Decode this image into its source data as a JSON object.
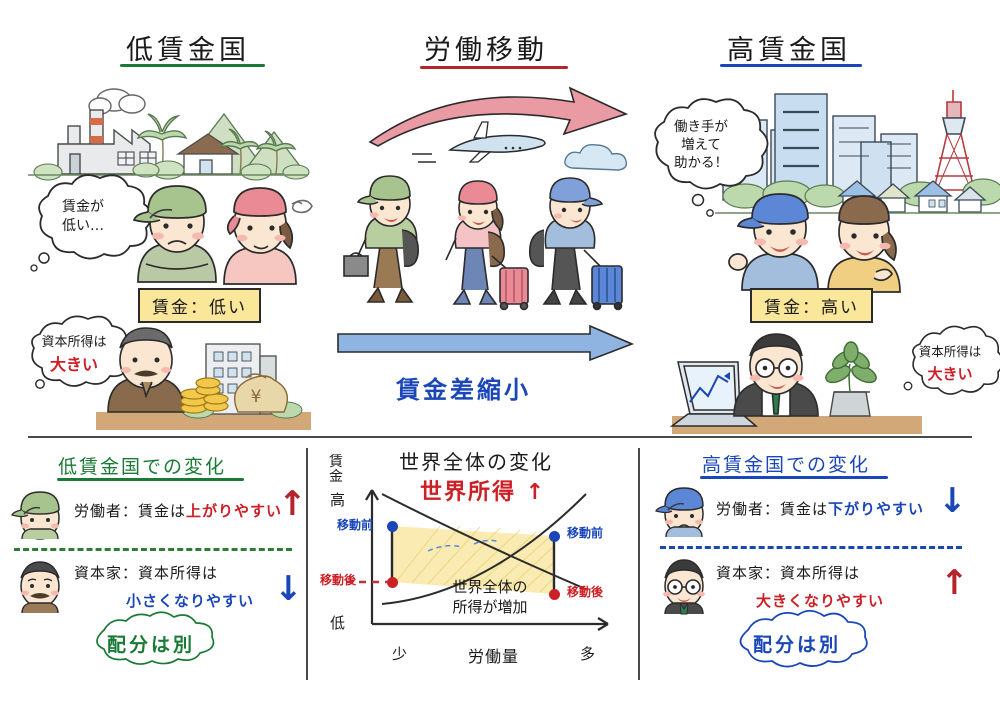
{
  "figure": {
    "kind": "hand-drawn infographic",
    "language": "ja"
  },
  "panels": {
    "left": {
      "title": "低賃金国",
      "title_underline_color": "#1a7a35",
      "thought_worker": "賃金が\n低い…",
      "wage_label": "賃金：低い",
      "thought_capitalist_line1": "資本所得は",
      "thought_capitalist_line2": "大きい",
      "thought_capitalist_accent_color": "#cc2026",
      "scene_icons": [
        "factory-icon",
        "smoke-icon",
        "palm-tree-icon",
        "mountain-icon",
        "house-icon",
        "coins-icon",
        "money-bag-icon",
        "building-icon"
      ]
    },
    "center": {
      "title": "労働移動",
      "title_underline_color": "#b5232b",
      "arrow_top_color": "#e08a92",
      "arrow_bottom_color": "#5b87d6",
      "arrow_bottom_caption": "賃金差縮小",
      "scene_icons": [
        "airplane-icon",
        "cloud-icon",
        "traveler-icon",
        "suitcase-icon",
        "backpack-icon"
      ]
    },
    "right": {
      "title": "高賃金国",
      "title_underline_color": "#1a46b8",
      "thought_worker": "働き手が\n増えて\n助かる！",
      "wage_label": "賃金：高い",
      "thought_capitalist_line1": "資本所得は",
      "thought_capitalist_line2": "大きい",
      "thought_capitalist_accent_color": "#cc2026",
      "scene_icons": [
        "skyscraper-icon",
        "tv-tower-icon",
        "house-icon",
        "laptop-icon",
        "plant-pot-icon",
        "tree-icon"
      ]
    }
  },
  "bottom_left": {
    "title": "低賃金国での変化",
    "title_underline_color": "#1a7a35",
    "rows": [
      {
        "avatar": "worker-green-cap-avatar",
        "prefix": "労働者：賃金は",
        "highlight": "上がりやすい",
        "highlight_color": "#cc2026",
        "arrow": "↑",
        "arrow_color": "#b5232b"
      },
      {
        "avatar": "capitalist-mustache-avatar",
        "prefix": "資本家：資本所得は",
        "highlight": "小さくなりやすい",
        "highlight_color": "#1a46b8",
        "arrow": "↓",
        "arrow_color": "#1a46b8"
      }
    ],
    "footer_cloud": "配分は別",
    "footer_cloud_color": "#1a7a35"
  },
  "bottom_right": {
    "title": "高賃金国での変化",
    "title_underline_color": "#1a46b8",
    "rows": [
      {
        "avatar": "worker-blue-cap-avatar",
        "prefix": "労働者：賃金は",
        "highlight": "下がりやすい",
        "highlight_color": "#1a46b8",
        "arrow": "↓",
        "arrow_color": "#1a46b8"
      },
      {
        "avatar": "capitalist-glasses-avatar",
        "prefix": "資本家：資本所得は",
        "highlight": "大きくなりやすい",
        "highlight_color": "#cc2026",
        "arrow": "↑",
        "arrow_color": "#b5232b"
      }
    ],
    "footer_cloud": "配分は別",
    "footer_cloud_color": "#1a46b8"
  },
  "chart_data": {
    "type": "line",
    "title": "世界全体の変化",
    "subtitle": "世界所得 ↑",
    "subtitle_color": "#cc2026",
    "xlabel": "労働量",
    "ylabel": "賃金",
    "x_tick_labels": [
      "少",
      "多"
    ],
    "y_tick_labels": [
      "高",
      "低"
    ],
    "grid": false,
    "legend": "none",
    "shaded_region_label": "世界全体の\n所得が増加",
    "shaded_region_color": "#f7e39a",
    "series": [
      {
        "name": "低賃金国の労働需要曲線（右下がり）",
        "note": "downward-sloping demand curve read left-to-right",
        "x": [
          0.06,
          1.0
        ],
        "y": [
          0.93,
          0.25
        ]
      },
      {
        "name": "高賃金国の労働需要曲線（右上がり）",
        "note": "upward-sloping curve read left-to-right",
        "x": [
          0.06,
          1.0
        ],
        "y": [
          0.18,
          0.92
        ]
      }
    ],
    "markers": [
      {
        "label": "移動前",
        "color": "#1a46b8",
        "x": 0.3,
        "y": 0.74,
        "side": "left"
      },
      {
        "label": "移動後",
        "color": "#cc2026",
        "x": 0.3,
        "y": 0.4,
        "side": "left"
      },
      {
        "label": "移動前",
        "color": "#1a46b8",
        "x": 0.84,
        "y": 0.78,
        "side": "right"
      },
      {
        "label": "移動後",
        "color": "#cc2026",
        "x": 0.84,
        "y": 0.38,
        "side": "right"
      }
    ],
    "annotations": [
      {
        "text": "移動前",
        "color": "#1a46b8"
      },
      {
        "text": "移動後",
        "color": "#cc2026"
      }
    ]
  }
}
